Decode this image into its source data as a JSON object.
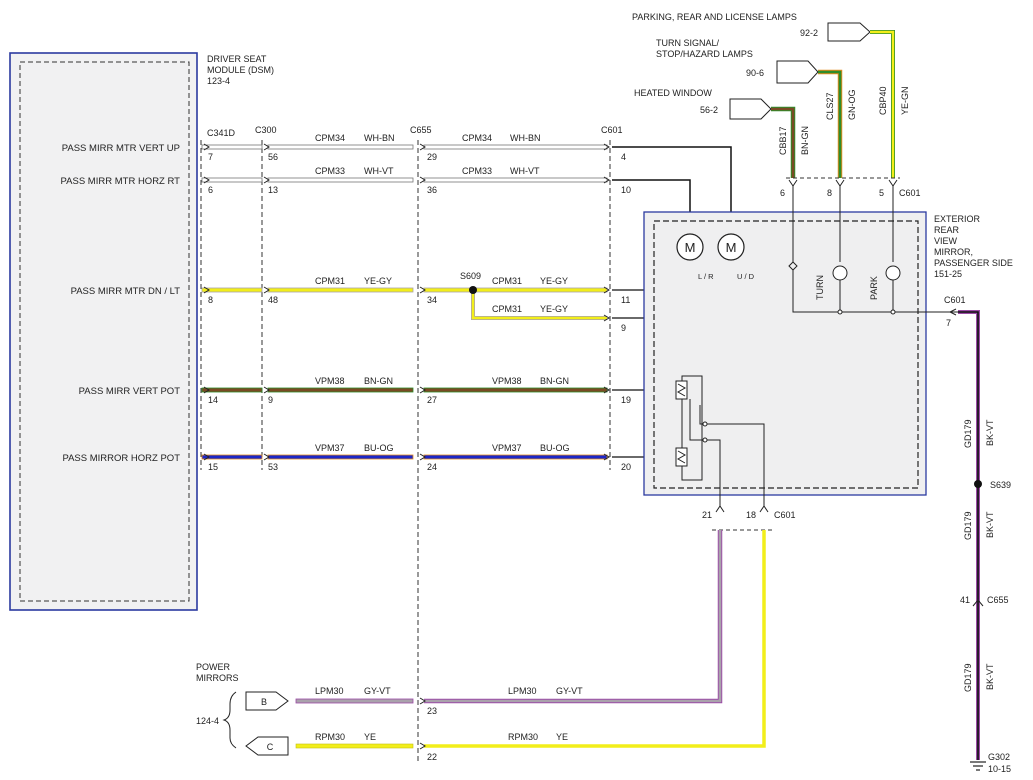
{
  "colors": {
    "module_border": "#2b3aa0",
    "mirror_fill": "#efeff0",
    "WH": "#ffffff",
    "YE": "#f2ee1a",
    "BN": "#7a4a24",
    "BU": "#1c27c8",
    "GY": "#a9a2ab",
    "GN": "#2e8d2a",
    "VT": "#9b4aa6",
    "BK": "#111111"
  },
  "dsm": {
    "title1": "DRIVER SEAT",
    "title2": "MODULE (DSM)",
    "ref": "123-4"
  },
  "connectors": {
    "c341d": "C341D",
    "c300": "C300",
    "c655": "C655",
    "c601": "C601"
  },
  "circuits": [
    {
      "label": "PASS MIRR MTR VERT UP",
      "p1": "7",
      "p2": "56",
      "p3": "29",
      "p4": "4",
      "code1": "CPM34",
      "color1": "WH-BN",
      "code2": "CPM34",
      "color2": "WH-BN"
    },
    {
      "label": "PASS MIRR MTR HORZ RT",
      "p1": "6",
      "p2": "13",
      "p3": "36",
      "p4": "10",
      "code1": "CPM33",
      "color1": "WH-VT",
      "code2": "CPM33",
      "color2": "WH-VT"
    },
    {
      "label": "PASS MIRR MTR DN / LT",
      "p1": "8",
      "p2": "48",
      "p3": "34",
      "p4": "11",
      "code1": "CPM31",
      "color1": "YE-GY",
      "code2": "CPM31",
      "color2": "YE-GY"
    },
    {
      "label": "PASS MIRR VERT POT",
      "p1": "14",
      "p2": "9",
      "p3": "27",
      "p4": "19",
      "code1": "VPM38",
      "color1": "BN-GN",
      "code2": "VPM38",
      "color2": "BN-GN"
    },
    {
      "label": "PASS MIRROR HORZ POT",
      "p1": "15",
      "p2": "53",
      "p3": "24",
      "p4": "20",
      "code1": "VPM37",
      "color1": "BU-OG",
      "code2": "VPM37",
      "color2": "BU-OG"
    }
  ],
  "splice_s609": {
    "name": "S609",
    "code": "CPM31",
    "color": "YE-GY",
    "pin": "9"
  },
  "mirror": {
    "title1": "EXTERIOR",
    "title2": "REAR",
    "title3": "VIEW",
    "title4": "MIRROR,",
    "title5": "PASSENGER SIDE",
    "ref": "151-25",
    "motor_symbol": "M",
    "motor1_label": "L / R",
    "motor2_label": "U / D",
    "turn_label": "TURN",
    "park_label": "PARK"
  },
  "top_sources": [
    {
      "label": "PARKING, REAR AND LICENSE LAMPS",
      "ref": "92-2",
      "code": "CBP40",
      "color": "YE-GN",
      "pin": "5"
    },
    {
      "label1": "TURN SIGNAL/",
      "label2": "STOP/HAZARD LAMPS",
      "ref": "90-6",
      "code": "CLS27",
      "color": "GN-OG",
      "pin": "8"
    },
    {
      "label": "HEATED WINDOW",
      "ref": "56-2",
      "code": "CBB17",
      "color": "BN-GN",
      "pin": "6"
    }
  ],
  "ground": {
    "pin7": "7",
    "code": "GD179",
    "color": "BK-VT",
    "splice": "S639",
    "pin41": "41",
    "ground_name": "G302",
    "ground_ref": "10-15"
  },
  "pot_pins": {
    "pin21": "21",
    "pin18": "18"
  },
  "power_mirrors": {
    "title1": "POWER",
    "title2": "MIRRORS",
    "ref": "124-4",
    "b_letter": "B",
    "c_letter": "C",
    "lpm_code": "LPM30",
    "lpm_color": "GY-VT",
    "lpm_pin": "23",
    "rpm_code": "RPM30",
    "rpm_color": "YE",
    "rpm_pin": "22"
  }
}
